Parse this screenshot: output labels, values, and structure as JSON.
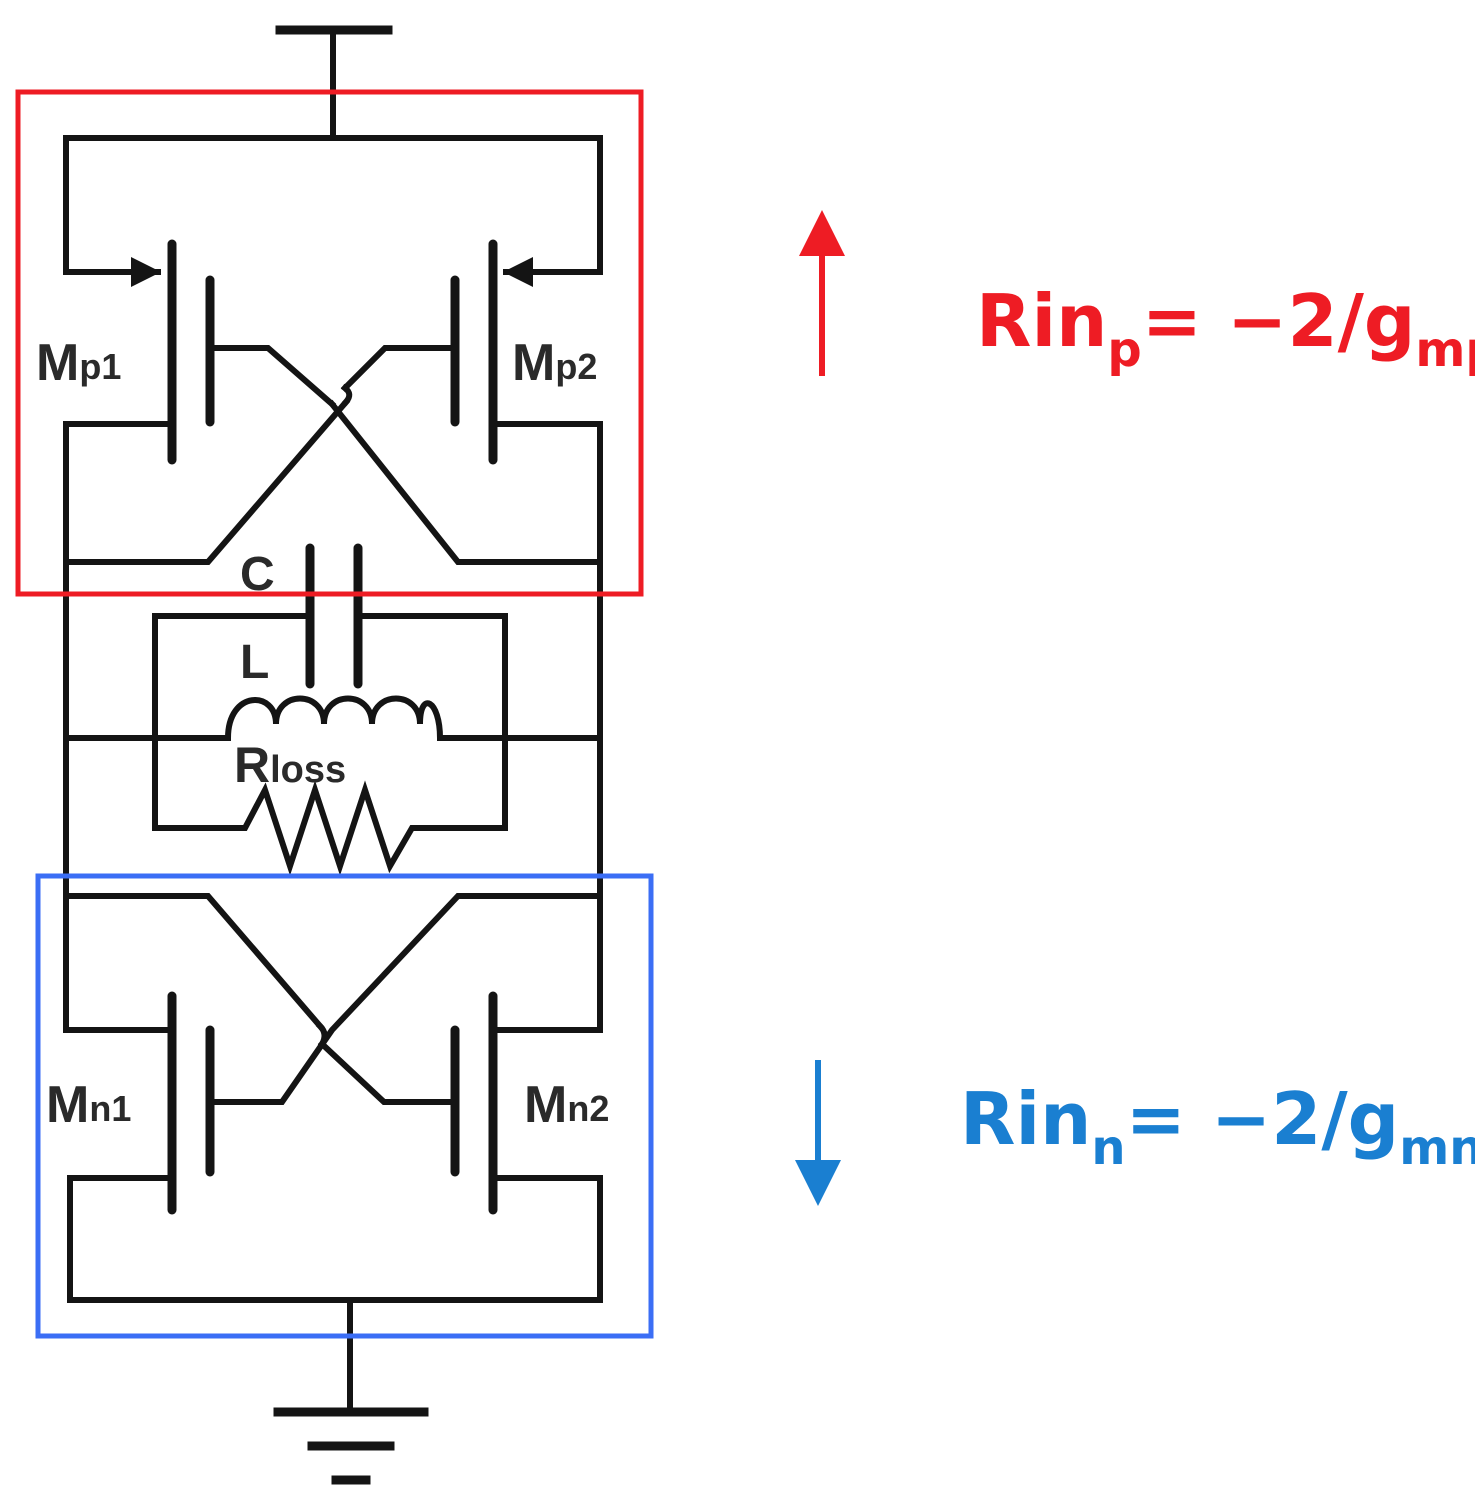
{
  "colors": {
    "pmos_box": "#ee1c24",
    "nmos_box": "#3b6ef5",
    "pmos_text": "#ee1c24",
    "nmos_text": "#1a7fd1",
    "wire": "#141414"
  },
  "transistors": {
    "mp1": {
      "main": "M",
      "sub": "p1"
    },
    "mp2": {
      "main": "M",
      "sub": "p2"
    },
    "mn1": {
      "main": "M",
      "sub": "n1"
    },
    "mn2": {
      "main": "M",
      "sub": "n2"
    }
  },
  "components": {
    "capacitor": "C",
    "inductor": "L",
    "resistor_main": "R",
    "resistor_sub": "loss"
  },
  "equations": {
    "pmos": {
      "lhs": "Rin",
      "lhs_sub": "p",
      "rhs": "= −2/g",
      "rhs_sub": "mp"
    },
    "nmos": {
      "lhs": "Rin",
      "lhs_sub": "n",
      "rhs": "= −2/g",
      "rhs_sub": "mn"
    }
  },
  "icons": {
    "up_arrow": "arrow-up-icon",
    "down_arrow": "arrow-down-icon",
    "vdd": "vdd-supply-icon",
    "ground": "ground-icon"
  }
}
